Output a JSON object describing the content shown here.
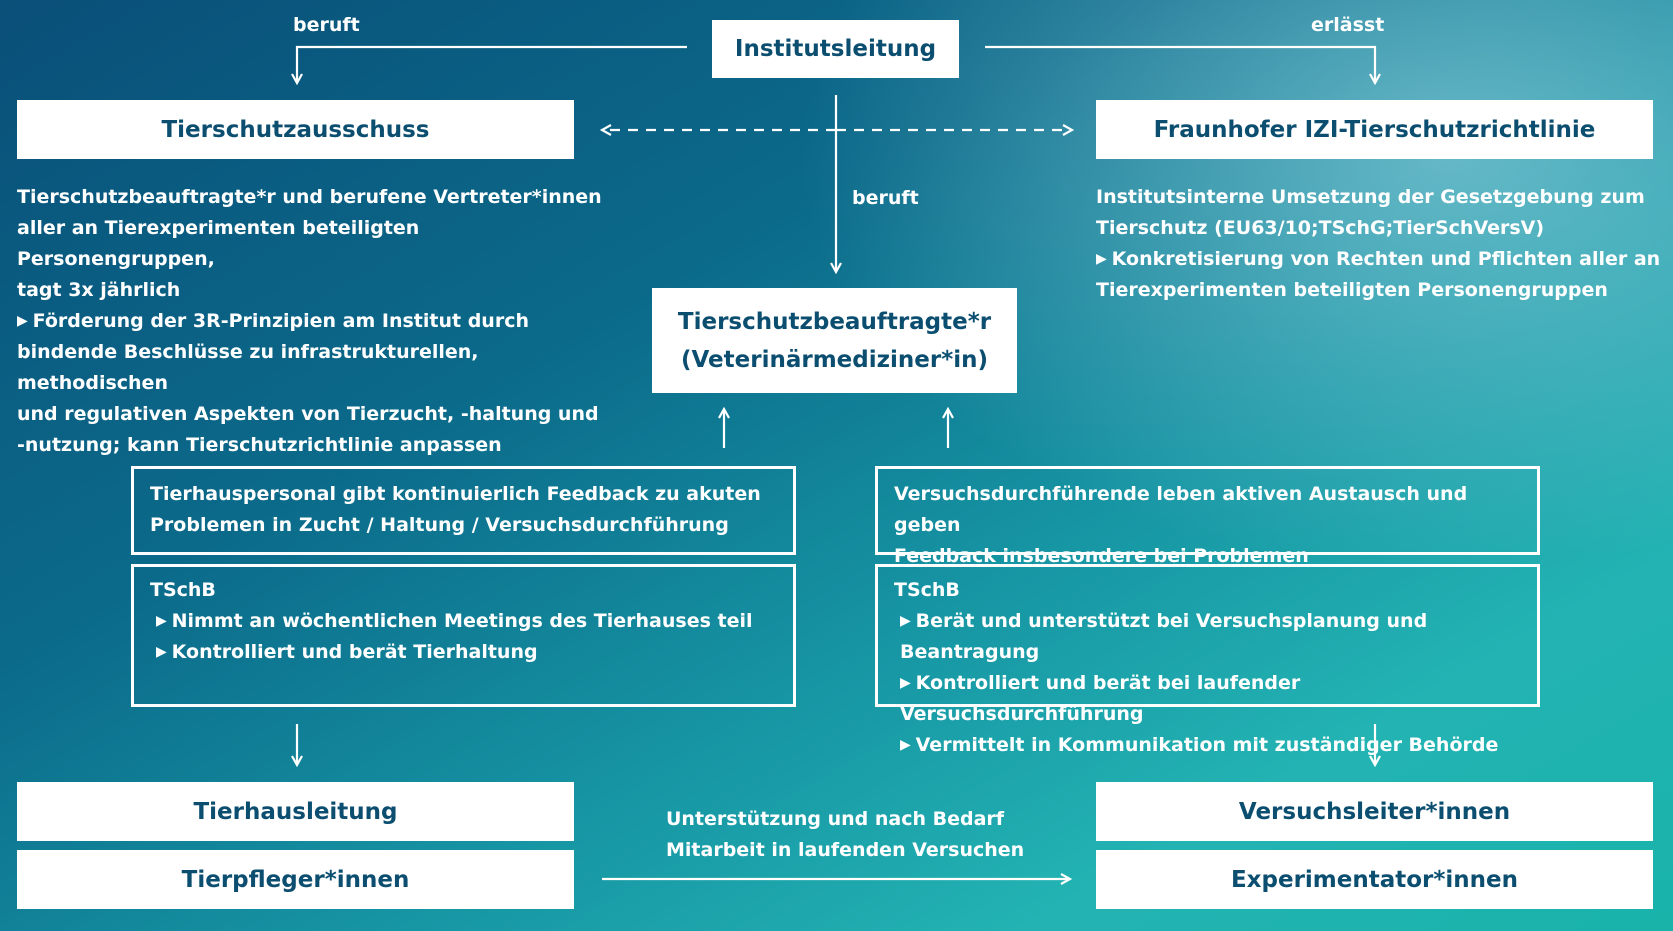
{
  "top": {
    "institutsleitung": "Institutsleitung",
    "label_left": "beruft",
    "label_right": "erlässt",
    "label_center": "beruft"
  },
  "ausschuss": {
    "title": "Tierschutzausschuss",
    "desc_line1": "Tierschutzbeauftragte*r und berufene Vertreter*innen",
    "desc_line2": "aller an Tierexperimenten beteiligten Personengruppen,",
    "desc_line3": "tagt 3x jährlich",
    "bullet_line1": "Förderung der 3R-Prinzipien am Institut durch",
    "bullet_line2": "bindende Beschlüsse zu infrastrukturellen, methodischen",
    "bullet_line3": "und regulativen Aspekten von Tierzucht, -haltung und",
    "bullet_line4": "-nutzung; kann Tierschutzrichtlinie anpassen"
  },
  "richtlinie": {
    "title": "Fraunhofer IZI-Tierschutzrichtlinie",
    "desc_line1": "Institutsinterne Umsetzung der Gesetzgebung zum",
    "desc_line2": "Tierschutz (EU63/10;TSchG;TierSchVersV)",
    "bullet_line1": "Konkretisierung von Rechten und Pflichten aller an",
    "bullet_line2": "Tierexperimenten beteiligten Personengruppen"
  },
  "beauftragte": {
    "line1": "Tierschutzbeauftragte*r",
    "line2": "(Veterinärmediziner*in)"
  },
  "left_feedback": {
    "line1": "Tierhauspersonal gibt kontinuierlich Feedback zu akuten",
    "line2": "Problemen in Zucht / Haltung / Versuchsdurchführung"
  },
  "right_feedback": {
    "line1": "Versuchsdurchführende leben aktiven Austausch und geben",
    "line2": "Feedback insbesondere bei Problemen"
  },
  "left_tschb": {
    "heading": "TSchB",
    "items": [
      "Nimmt an wöchentlichen Meetings des Tierhauses teil",
      "Kontrolliert und berät Tierhaltung"
    ]
  },
  "right_tschb": {
    "heading": "TSchB",
    "items": [
      "Berät und unterstützt bei Versuchsplanung und Beantragung",
      "Kontrolliert und berät bei laufender Versuchsdurchführung",
      "Vermittelt in Kommunikation mit zuständiger Behörde"
    ]
  },
  "bottom": {
    "tierhausleitung": "Tierhausleitung",
    "tierpfleger": "Tierpfleger*innen",
    "versuchsleiter": "Versuchsleiter*innen",
    "experimentator": "Experimentator*innen",
    "support_line1": "Unterstützung und nach Bedarf",
    "support_line2": "Mitarbeit in laufenden Versuchen"
  },
  "colors": {
    "box_text": "#0b4e70",
    "background_dark": "#0a4f79",
    "background_teal": "#19b3aa",
    "line": "#ffffff"
  }
}
